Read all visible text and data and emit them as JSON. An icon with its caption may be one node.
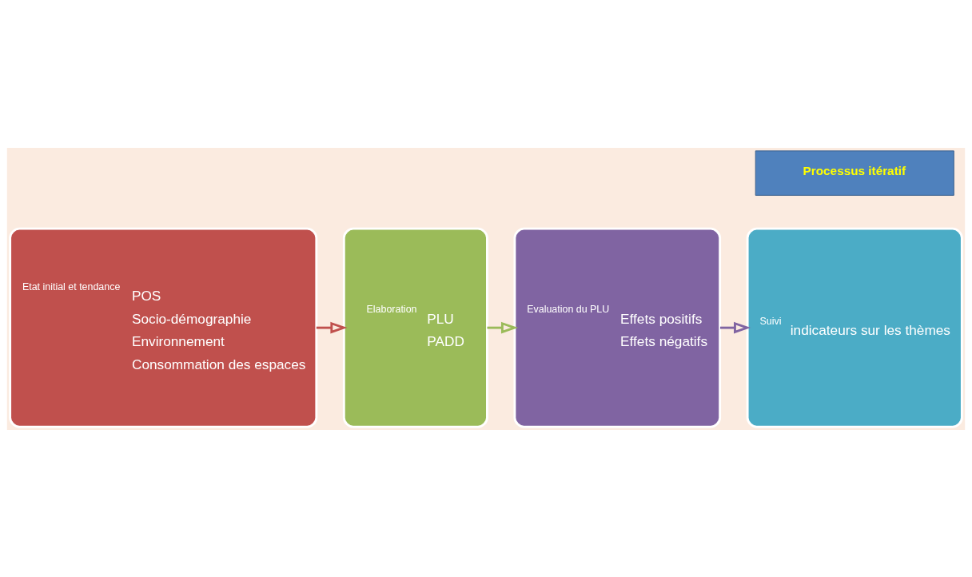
{
  "diagram": {
    "nodes": [
      {
        "text": [
          "Etat initial et tendance",
          "POS",
          "Socio-démographie",
          "Environnement",
          "Consommation des espaces"
        ]
      },
      {
        "text": [
          "Elaboration",
          "PLU",
          "PADD"
        ]
      },
      {
        "text": [
          "Evaluation du PLU",
          "Effets positifs",
          "Effets négatifs"
        ]
      },
      {
        "text": [
          "Suivi",
          "indicateurs sur les thèmes"
        ]
      },
      {
        "text": [
          "Processus itératif"
        ]
      }
    ],
    "edges": [
      {
        "from": 0,
        "to": 1,
        "arrow": "to",
        "color": "#c0504d"
      },
      {
        "from": 1,
        "to": 2,
        "arrow": "to",
        "color": "#9bbb59"
      },
      {
        "from": 2,
        "to": 3,
        "arrow": "to",
        "color": "#8064a2"
      }
    ]
  }
}
